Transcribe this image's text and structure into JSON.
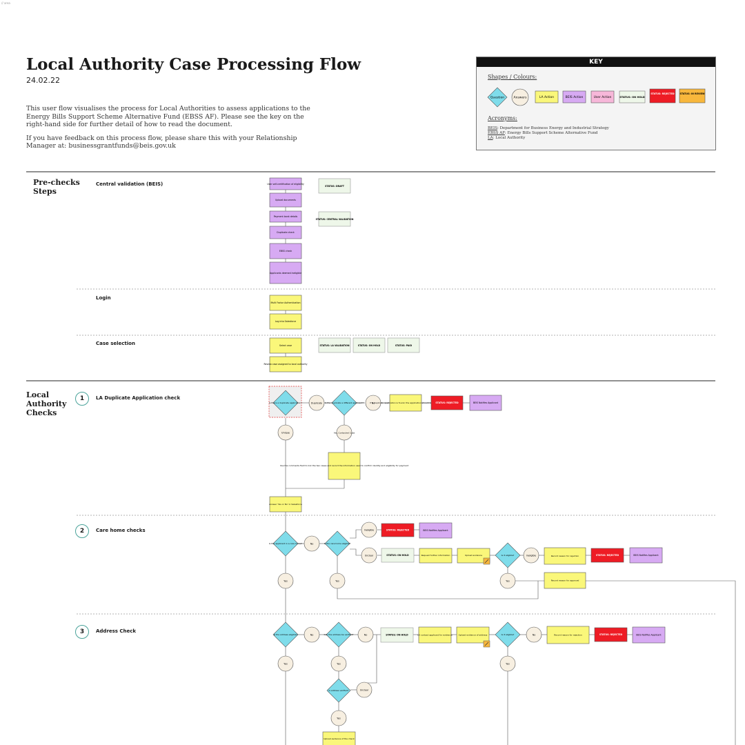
{
  "corner_label": "// area",
  "header": {
    "title": "Local Authority Case Processing Flow",
    "date": "24.02.22",
    "intro_1": "This user flow visualises the process for Local Authorities to assess applications to the Energy Bills Support Scheme Alternative Fund (EBSS AF). Please see the key on the right-hand side for further detail of how to read the document.",
    "intro_2": "If you have feedback on this process flow, please share this with your Relationship Manager at: businessgrantfunds@beis.gov.uk"
  },
  "key": {
    "title": "KEY",
    "shapes_heading": "Shapes / Colours:",
    "items": [
      "Question",
      "Answers",
      "LA Action",
      "BEIS Action",
      "User Action",
      "STATUS: ON HOLD",
      "STATUS: REJECTED",
      "STATUS: IN REVIEW"
    ],
    "acronyms_heading": "Acronyms:",
    "acronyms": [
      {
        "abbr": "BEIS",
        "text": ": Department for Business Energy and Industrial Strategy"
      },
      {
        "abbr": "EBSS AF",
        "text": ": Energy Bills Support Scheme Alternative Fund"
      },
      {
        "abbr": "LA",
        "text": ": Local Authority"
      }
    ]
  },
  "sections": {
    "prechecks": "Pre-checks Steps",
    "la_checks": "Local Authority Checks"
  },
  "steps": {
    "central_validation": "Central validation (BEIS)",
    "login": "Login",
    "case_selection": "Case selection",
    "s1_num": "1",
    "s1": "LA Duplicate Application check",
    "s2_num": "2",
    "s2": "Care home checks",
    "s3_num": "3",
    "s3": "Address Check"
  },
  "nodes": {
    "cv1": "User self-certification of eligibility",
    "cv2": "Upload documents",
    "cv3": "Payment bank details",
    "cv4": "Duplicate check",
    "cv5": "EBSS check",
    "cv6": "Applicants deemed ineligible",
    "st_draft": "STATUS: DRAFT",
    "st_central": "STATUS: CENTRAL VALIDATION",
    "login1": "Multi Factor Authentication",
    "login2": "Log into Salesforce",
    "case1": "Select case",
    "case2": "Review case assigned to local authority",
    "st_la_val": "STATUS: LA VALIDATION",
    "st_hold": "STATUS: ON HOLD",
    "st_paid": "STATUS: PAID",
    "q1": "Is there a duplicate application?",
    "a_dup": "Duplicate",
    "q1b": "Is the duplicate a different applicant?",
    "a_no": "No",
    "act1": "If a duplicate application is found, the application should be rejected",
    "rej": "STATUS: REJECTED",
    "beis_notify": "BEIS Notifies Applicant",
    "a_unique": "Unique",
    "a_yes_contact": "Yes, Contacted Case",
    "act1b": "Use the comments field to link the two cases and record the information used to confirm identity and eligibility for payment",
    "act1c": "Answer 'Yes or No' in Salesforce",
    "q2": "Is the applicant in a care home?",
    "a_no2": "No",
    "q2b": "Is the care home eligible?",
    "a_ineligible": "Ineligible",
    "rej2": "STATUS: REJECTED",
    "beis_notify2": "BEIS Notifies Applicant",
    "a_unclear": "Unclear",
    "st_hold2": "STATUS: ON HOLD",
    "act2a": "Request further information",
    "act2b": "Upload evidence",
    "q2c": "Is it eligible?",
    "a_inelig2": "Ineligible",
    "act2c": "Record reason for rejection",
    "rej3": "STATUS: REJECTED",
    "beis_notify3": "BEIS Notifies Applicant",
    "a_yes": "Yes",
    "a_yes2": "Yes",
    "a_yes3": "Yes",
    "act2d": "Record reason for approval",
    "q3": "Is the address eligible?",
    "a_no3": "No",
    "q3b": "Can the address be verified?",
    "a_no4": "No",
    "st_hold3": "STATUS: ON HOLD",
    "act3a": "LA contact applicant for evidence",
    "act3b": "Upload evidence of address",
    "q3c": "Is it eligible?",
    "a_no5": "No",
    "act3c": "Record reason for rejection",
    "rej4": "STATUS: REJECTED",
    "beis_notify4": "BEIS Notifies Applicant",
    "a_yes4": "Yes",
    "a_yes5": "Yes",
    "q3d": "Is address verified?",
    "a_unclear2": "Unclear",
    "a_yes6": "Yes",
    "a_yes7": "Yes",
    "act3d": "Upload evidence of the check"
  },
  "colors": {
    "question": "#7fdcea",
    "answer": "#f7efe1",
    "la_action": "#faf77a",
    "beis_action": "#d7aaf3",
    "user_action": "#f7b7d9",
    "on_hold": "#eef7e9",
    "rejected": "#ee1c25",
    "in_review": "#f8b73c"
  }
}
